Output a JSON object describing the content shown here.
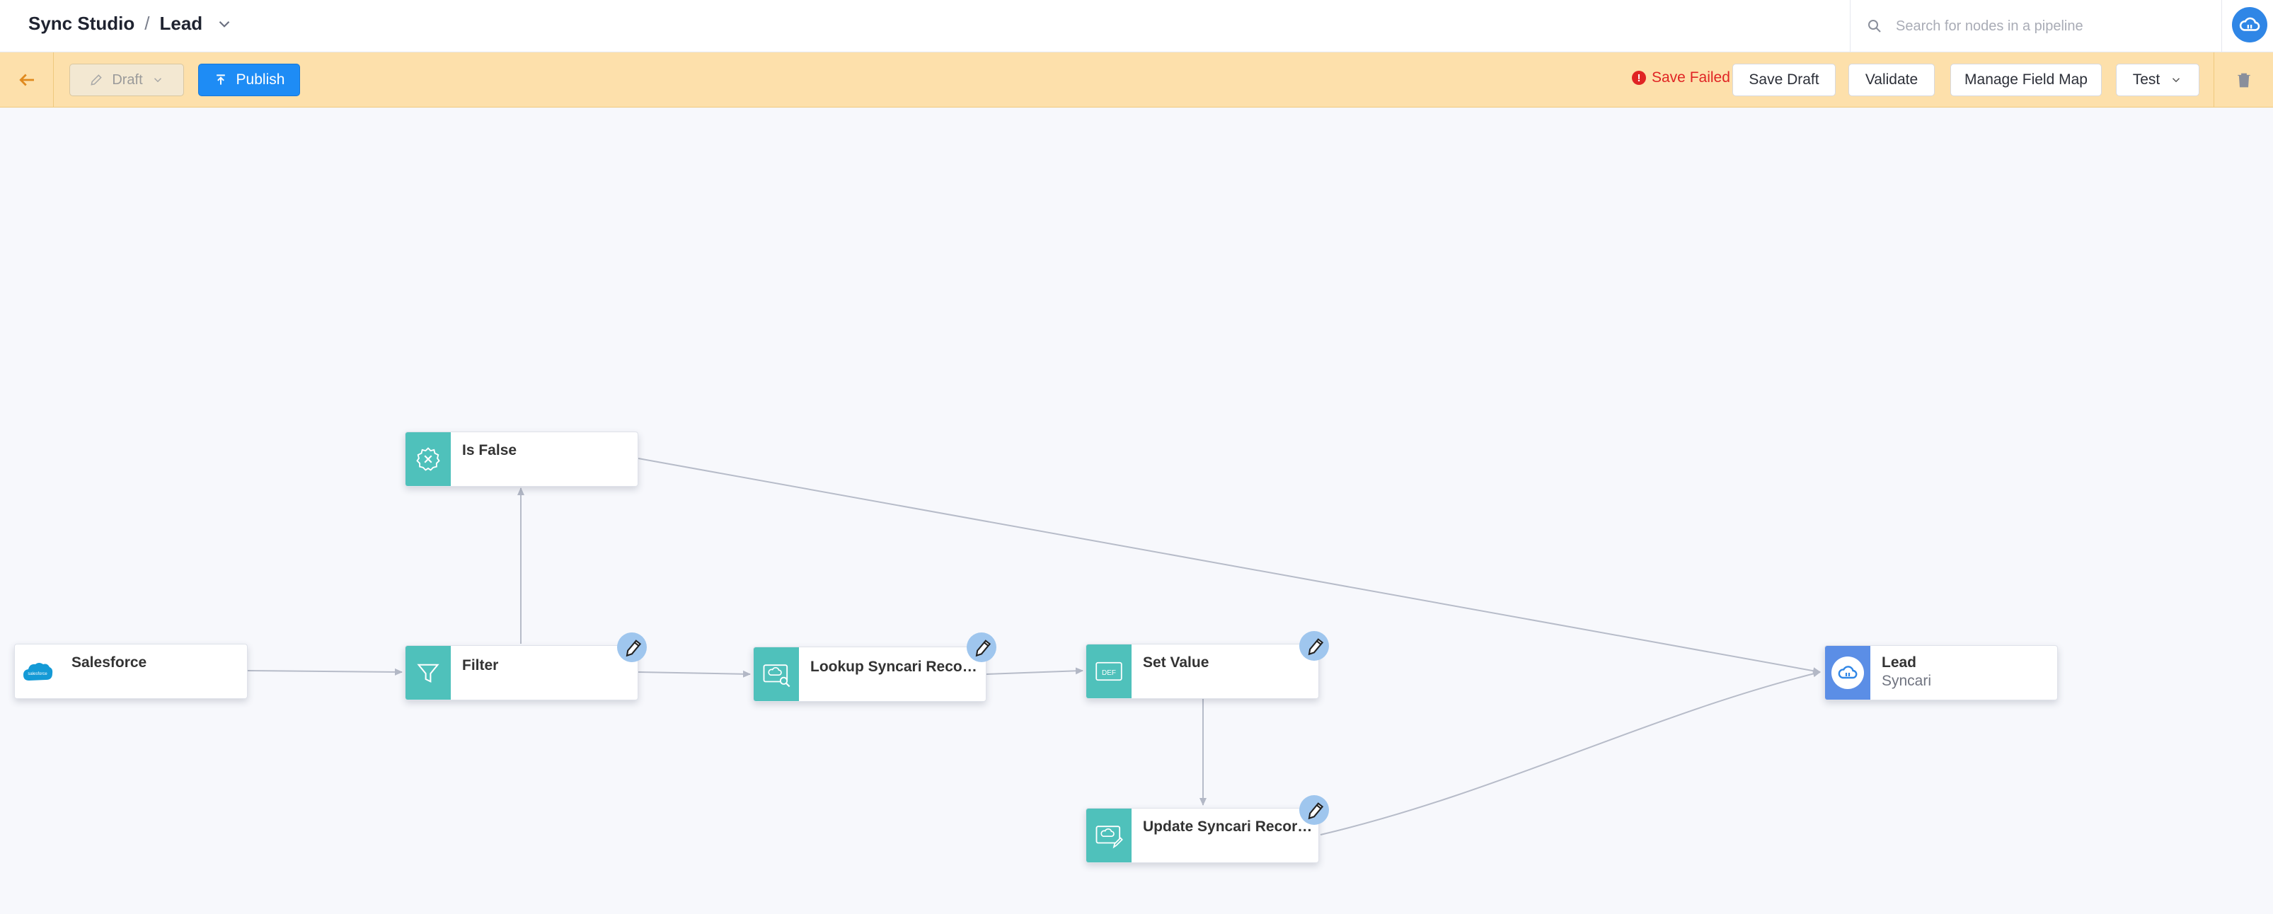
{
  "header": {
    "breadcrumb": [
      "Sync Studio",
      "Lead"
    ],
    "separator": "/",
    "search_placeholder": "Search for nodes in a pipeline"
  },
  "toolbar": {
    "draft_label": "Draft",
    "publish_label": "Publish",
    "save_status": "Save Failed",
    "save_status_mark": "!",
    "save_draft_label": "Save Draft",
    "validate_label": "Validate",
    "manage_field_map_label": "Manage Field Map",
    "test_label": "Test"
  },
  "nodes": {
    "salesforce": {
      "title": "Salesforce",
      "icon": "salesforce-logo-icon"
    },
    "is_false": {
      "title": "Is False",
      "icon": "gear-x-icon"
    },
    "filter": {
      "title": "Filter",
      "icon": "funnel-icon"
    },
    "lookup": {
      "title": "Lookup Syncari Records",
      "icon": "lookup-cloud-icon"
    },
    "set_value": {
      "title": "Set Value",
      "icon": "def-icon"
    },
    "update": {
      "title": "Update Syncari Records",
      "icon": "update-cloud-icon"
    },
    "lead": {
      "title": "Lead",
      "subtitle": "Syncari",
      "icon": "syncari-cloud-icon"
    }
  },
  "colors": {
    "accent": "#1e8cf5",
    "toolbar_bg": "#fde0ab",
    "node_icon_bg": "#4fc1bb",
    "destination_icon_bg": "#5b8ee6",
    "error": "#e02424",
    "edge": "#b7bcc9"
  }
}
